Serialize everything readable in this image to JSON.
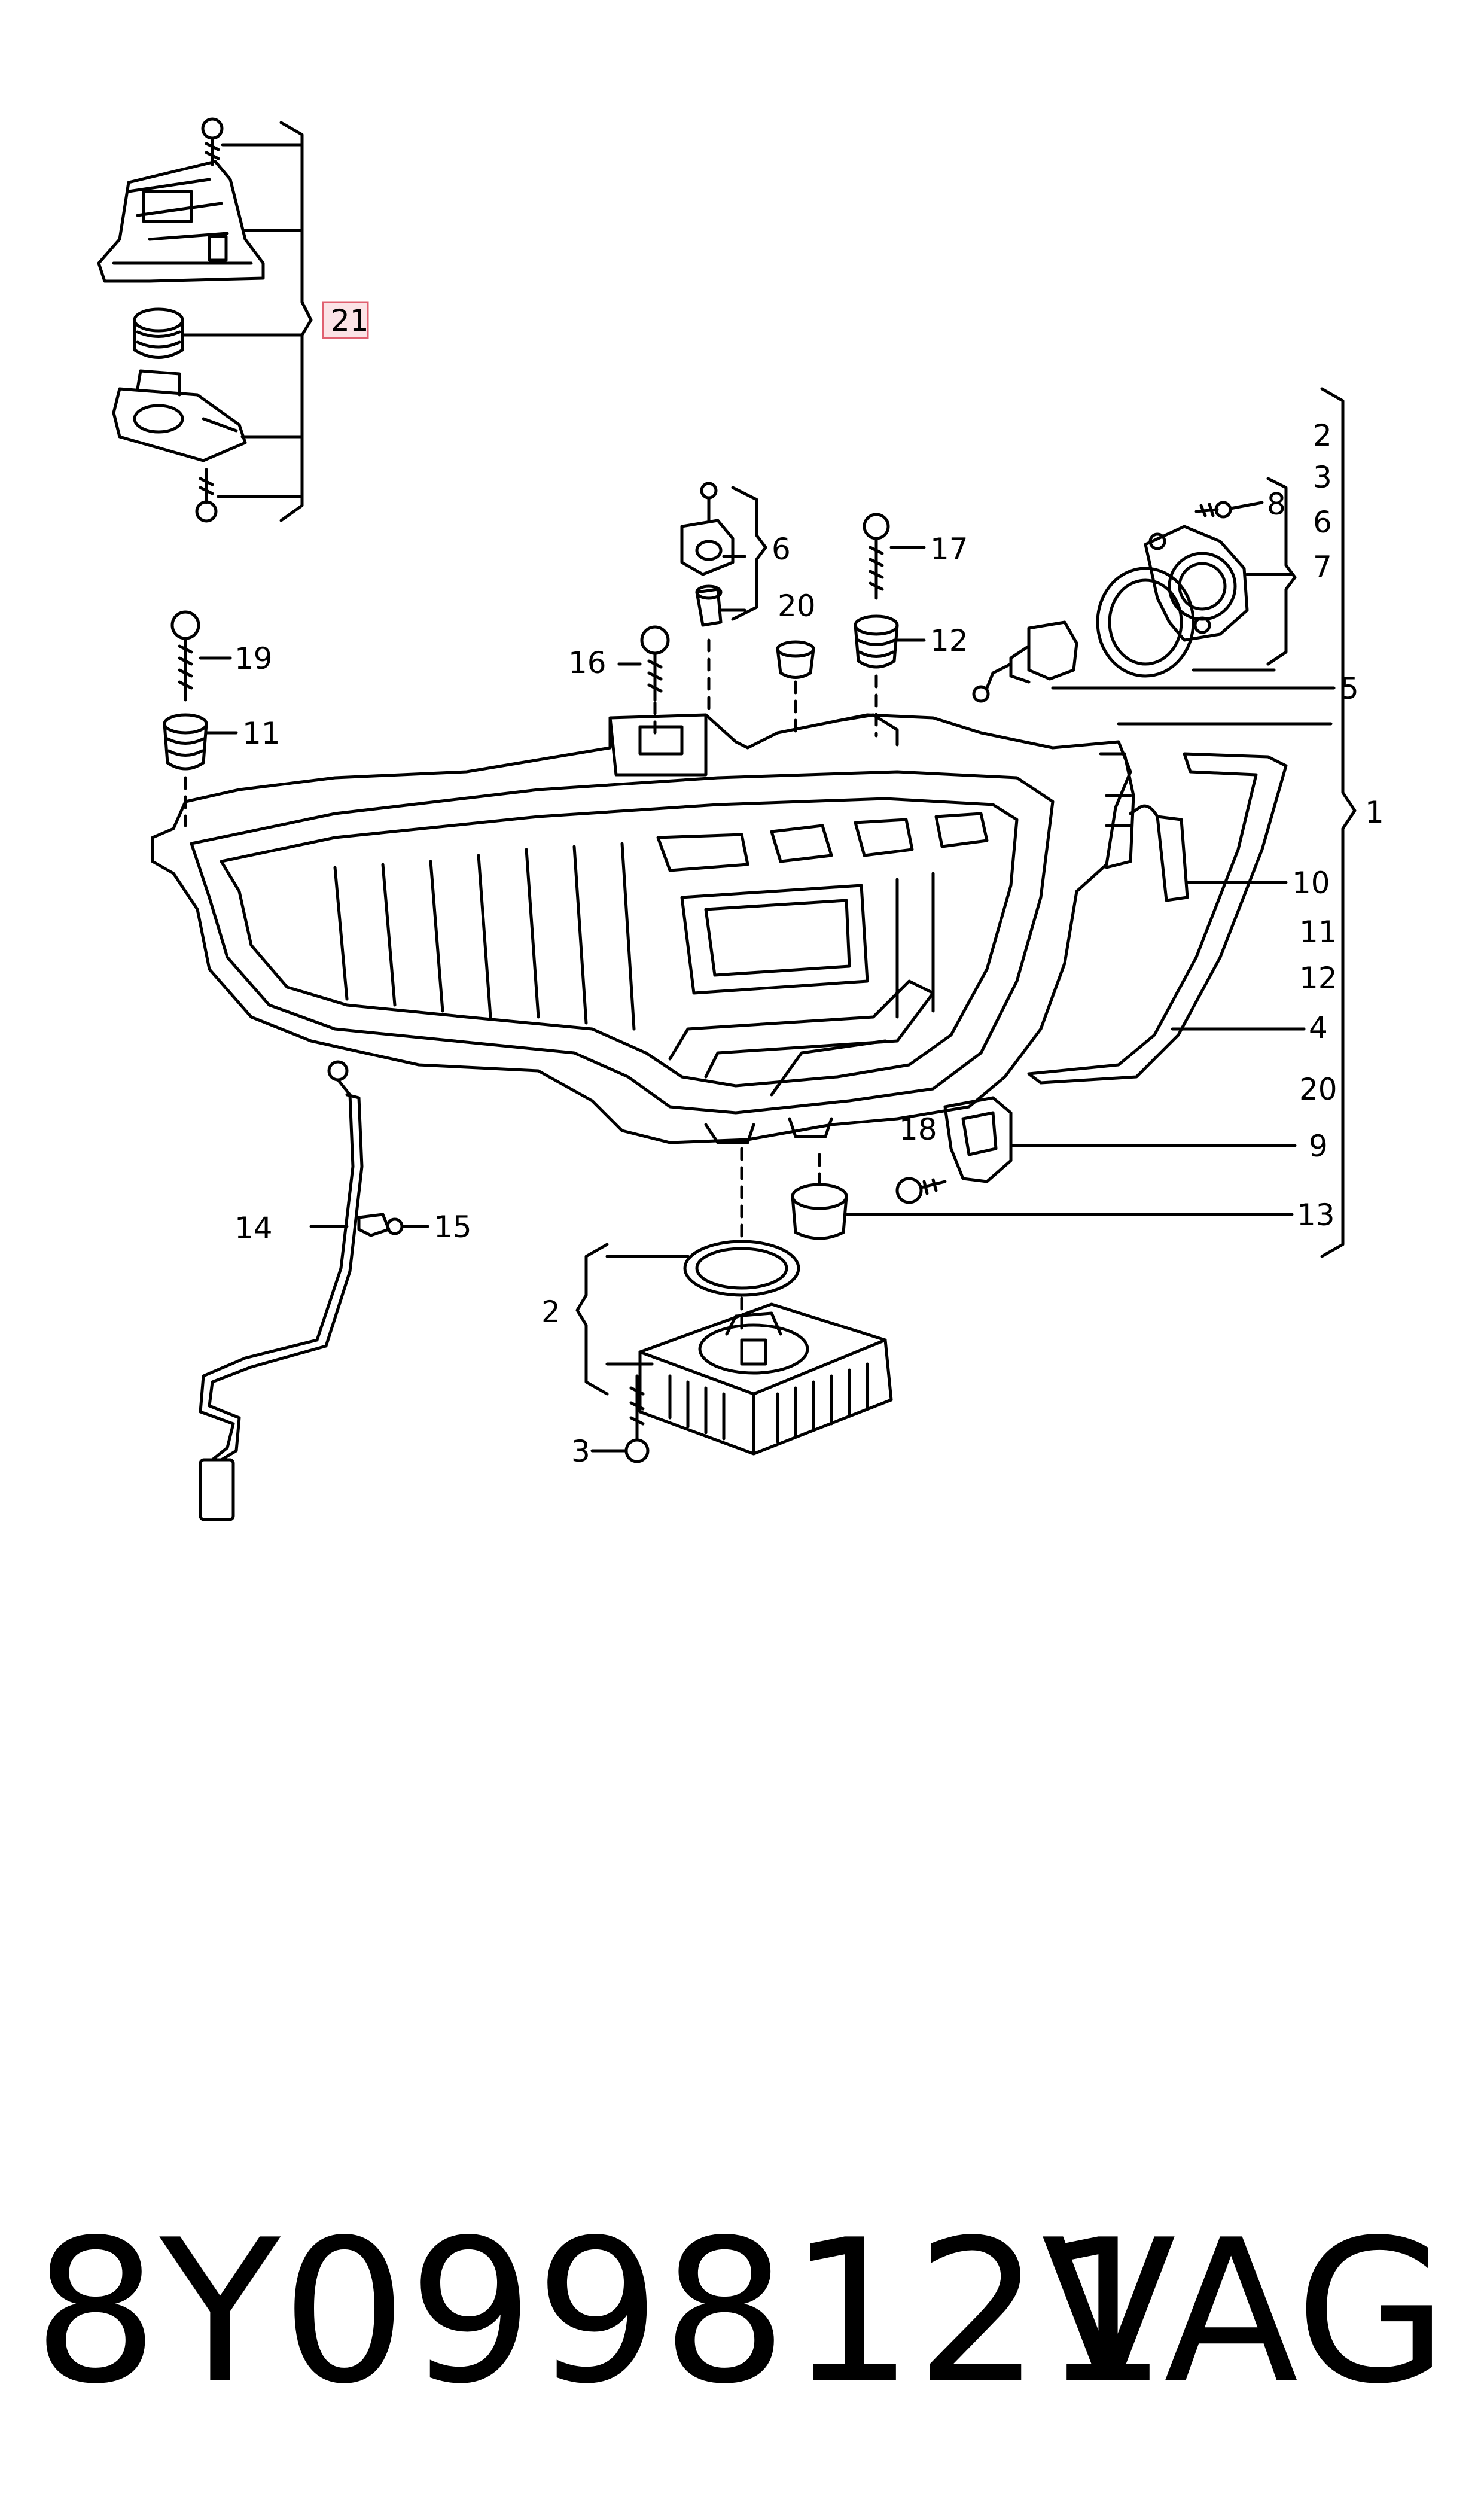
{
  "callouts": {
    "c21": "21",
    "c2r": "2",
    "c3r": "3",
    "c6r": "6",
    "c7": "7",
    "c8": "8",
    "c5": "5",
    "c6t": "6",
    "c17": "17",
    "c12a": "12",
    "c20a": "20",
    "c16": "16",
    "c19": "19",
    "c11a": "11",
    "c1": "1",
    "c10": "10",
    "c11b": "11",
    "c12b": "12",
    "c4": "4",
    "c20b": "20",
    "c18": "18",
    "c9": "9",
    "c13": "13",
    "c14": "14",
    "c15": "15",
    "c2b": "2",
    "c3b": "3"
  },
  "footer": {
    "part_number": "8Y0998121",
    "brand": "VAG"
  },
  "colors": {
    "line": "#000000",
    "highlight_border": "#e06070",
    "highlight_fill": "#fbe3e6"
  }
}
